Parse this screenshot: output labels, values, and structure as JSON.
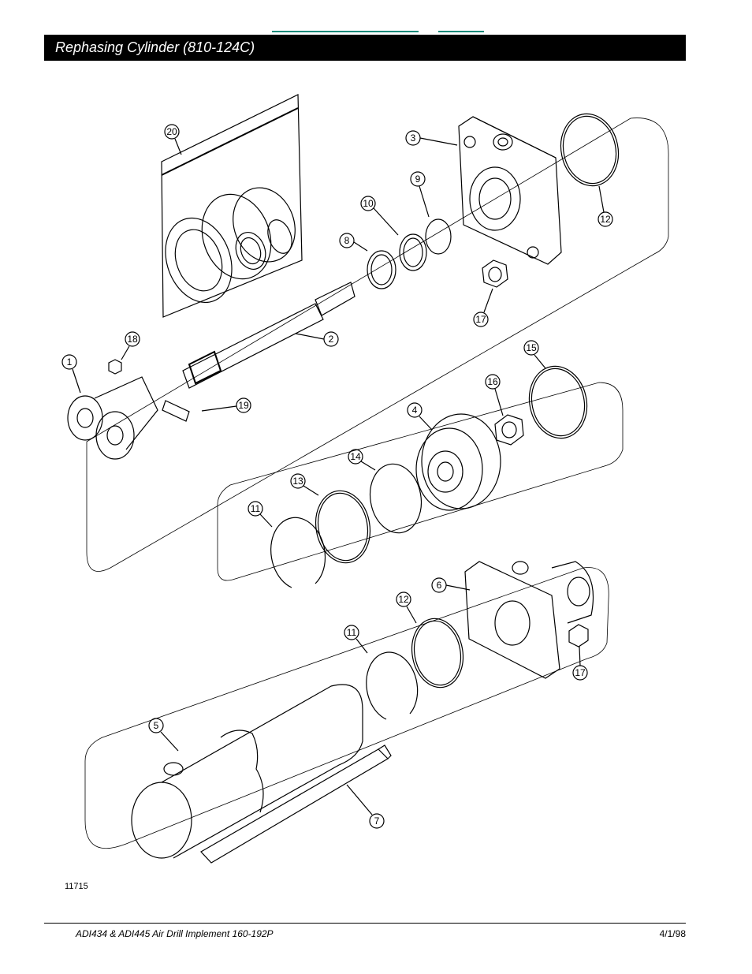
{
  "header": {
    "title": "Rephasing Cylinder (810-124C)"
  },
  "diagram": {
    "callouts": [
      "1",
      "2",
      "3",
      "4",
      "5",
      "6",
      "7",
      "8",
      "9",
      "10",
      "11",
      "11",
      "12",
      "12",
      "13",
      "14",
      "15",
      "16",
      "17",
      "17",
      "18",
      "19",
      "20"
    ],
    "figure_number": "11715"
  },
  "footer": {
    "document": "ADI434 & ADI445 Air Drill Implement   160-192P",
    "date": "4/1/98"
  }
}
